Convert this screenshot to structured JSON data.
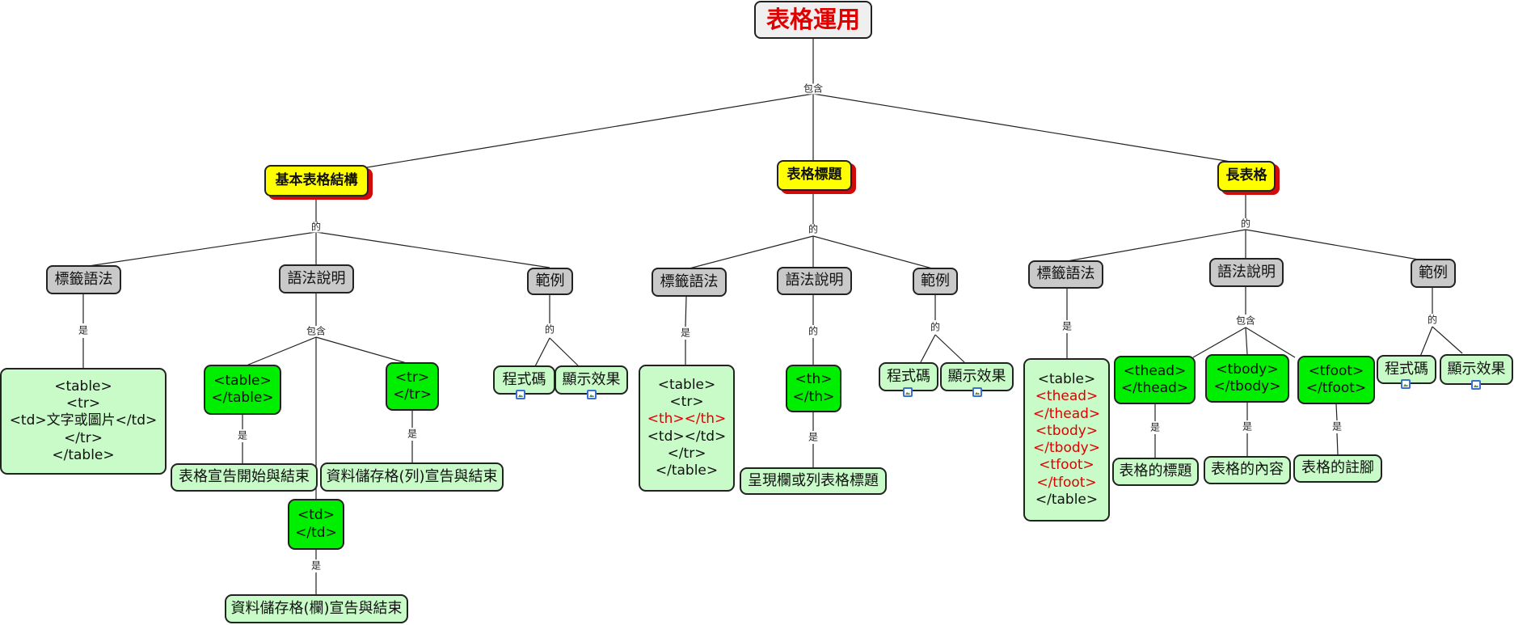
{
  "root": "表格運用",
  "root_link": "包含",
  "sections": {
    "basic": {
      "title": "基本表格結構",
      "link": "的",
      "syntax": {
        "title": "標籤語法",
        "link": "是",
        "code": [
          "<table>",
          "<tr>",
          "<td>文字或圖片</td>",
          "</tr>",
          "</table>"
        ]
      },
      "explain": {
        "title": "語法說明",
        "link": "包含",
        "items": [
          {
            "tag": [
              "<table>",
              "</table>"
            ],
            "link": "是",
            "desc": "表格宣告開始與結束"
          },
          {
            "tag": [
              "<tr>",
              "</tr>"
            ],
            "link": "是",
            "desc": "資料儲存格(列)宣告與結束"
          },
          {
            "tag": [
              "<td>",
              "</td>"
            ],
            "link": "是",
            "desc": "資料儲存格(欄)宣告與結束"
          }
        ]
      },
      "example": {
        "title": "範例",
        "link": "的",
        "items": [
          "程式碼",
          "顯示效果"
        ]
      }
    },
    "caption": {
      "title": "表格標題",
      "link": "的",
      "syntax": {
        "title": "標籤語法",
        "link": "是",
        "code": [
          {
            "text": "<table>",
            "red": false
          },
          {
            "text": "<tr>",
            "red": false
          },
          {
            "text": "<th></th>",
            "red": true
          },
          {
            "text": "<td></td>",
            "red": false
          },
          {
            "text": "</tr>",
            "red": false
          },
          {
            "text": "</table>",
            "red": false
          }
        ]
      },
      "explain": {
        "title": "語法說明",
        "link": "的",
        "tag": [
          "<th>",
          "</th>"
        ],
        "tag_link": "是",
        "desc": "呈現欄或列表格標題"
      },
      "example": {
        "title": "範例",
        "link": "的",
        "items": [
          "程式碼",
          "顯示效果"
        ]
      }
    },
    "long": {
      "title": "長表格",
      "link": "的",
      "syntax": {
        "title": "標籤語法",
        "link": "是",
        "code": [
          {
            "text": "<table>",
            "red": false
          },
          {
            "text": "<thead>",
            "red": true
          },
          {
            "text": "</thead>",
            "red": true
          },
          {
            "text": "<tbody>",
            "red": true
          },
          {
            "text": "</tbody>",
            "red": true
          },
          {
            "text": "<tfoot>",
            "red": true
          },
          {
            "text": "</tfoot>",
            "red": true
          },
          {
            "text": "</table>",
            "red": false
          }
        ]
      },
      "explain": {
        "title": "語法說明",
        "link": "包含",
        "items": [
          {
            "tag": [
              "<thead>",
              "</thead>"
            ],
            "link": "是",
            "desc": "表格的標題"
          },
          {
            "tag": [
              "<tbody>",
              "</tbody>"
            ],
            "link": "是",
            "desc": "表格的內容"
          },
          {
            "tag": [
              "<tfoot>",
              "</tfoot>"
            ],
            "link": "是",
            "desc": "表格的註腳"
          }
        ]
      },
      "example": {
        "title": "範例",
        "link": "的",
        "items": [
          "程式碼",
          "顯示效果"
        ]
      }
    }
  },
  "colors": {
    "root_text": "#e00000",
    "topic_fill": "#ffff00",
    "topic_shadow": "#d10a0a",
    "subtopic_fill": "#c9c9c9",
    "tag_fill": "#00ee00",
    "leaf_fill": "#c8fbc8",
    "highlight_text": "#e00000"
  }
}
